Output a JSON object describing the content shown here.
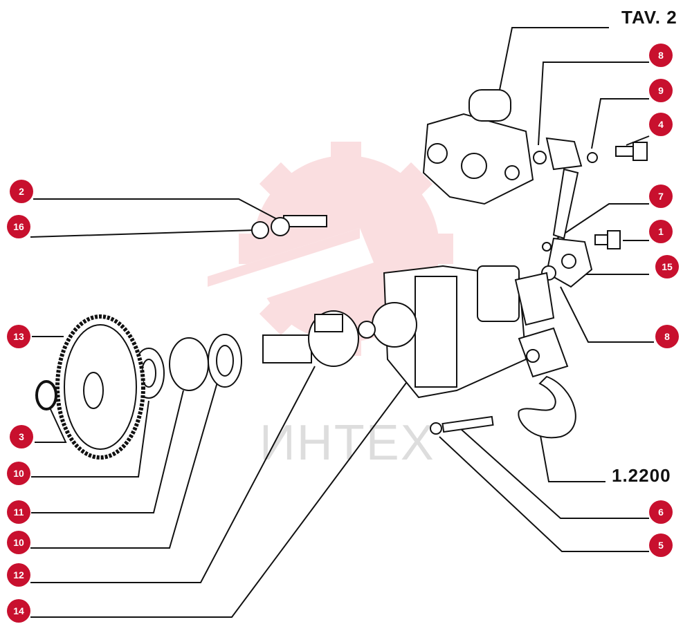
{
  "sheet": {
    "title": "TAV. 2",
    "assembly_ref": "1.2200"
  },
  "watermark": {
    "text": "ИНТЕХ",
    "color": "#e21e2b"
  },
  "colors": {
    "callout": "#c8102e",
    "line": "#111111"
  },
  "callouts": [
    {
      "id": "c8a",
      "num": "8"
    },
    {
      "id": "c9",
      "num": "9"
    },
    {
      "id": "c4",
      "num": "4"
    },
    {
      "id": "c2",
      "num": "2"
    },
    {
      "id": "c16",
      "num": "16"
    },
    {
      "id": "c7",
      "num": "7"
    },
    {
      "id": "c1",
      "num": "1"
    },
    {
      "id": "c15",
      "num": "15"
    },
    {
      "id": "c13",
      "num": "13"
    },
    {
      "id": "c8b",
      "num": "8"
    },
    {
      "id": "c3",
      "num": "3"
    },
    {
      "id": "c10a",
      "num": "10"
    },
    {
      "id": "c11",
      "num": "11"
    },
    {
      "id": "c10b",
      "num": "10"
    },
    {
      "id": "c12",
      "num": "12"
    },
    {
      "id": "c14",
      "num": "14"
    },
    {
      "id": "c6",
      "num": "6"
    },
    {
      "id": "c5",
      "num": "5"
    }
  ]
}
